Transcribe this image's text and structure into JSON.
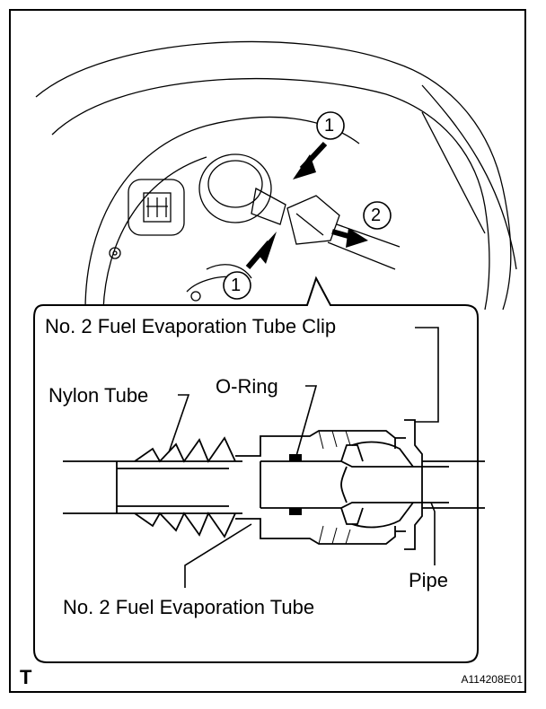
{
  "callouts": {
    "step1_top": "1",
    "step2": "2",
    "step1_bottom": "1"
  },
  "labels": {
    "clip": "No. 2 Fuel Evaporation Tube Clip",
    "nylon_tube": "Nylon Tube",
    "o_ring": "O-Ring",
    "pipe": "Pipe",
    "tube": "No. 2 Fuel Evaporation Tube"
  },
  "corner_mark": "T",
  "figure_code": "A114208E01"
}
